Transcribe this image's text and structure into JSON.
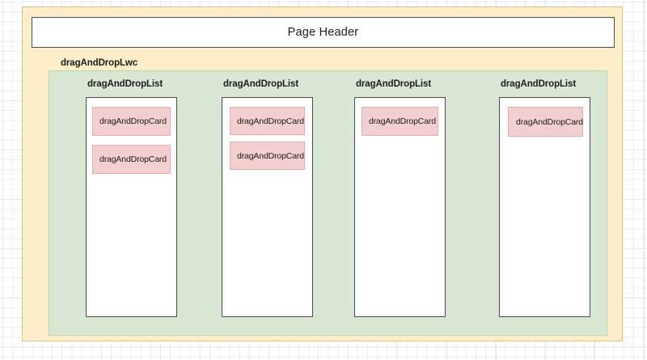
{
  "diagram": {
    "background": {
      "type": "grid-canvas",
      "grid_color": "#e9eef2",
      "major_grid_color": "#dde6ec"
    },
    "page_container": {
      "name": "page-container",
      "fill": "#fdeec9",
      "stroke": "#d6c38a"
    },
    "header": {
      "title": "Page Header",
      "fill": "#ffffff",
      "stroke": "#4d4d4d"
    },
    "lwc": {
      "label": "dragAndDropLwc",
      "fill": "#d8e8d3",
      "stroke": "#bcd2b5"
    },
    "card_style": {
      "fill": "#f4cfcf",
      "stroke": "#e3b0b0"
    },
    "list_style": {
      "fill": "#ffffff",
      "stroke": "#4d4d4d"
    },
    "columns": [
      {
        "label": "dragAndDropList",
        "cards": [
          {
            "label": "dragAndDropCard"
          },
          {
            "label": "dragAndDropCard"
          }
        ]
      },
      {
        "label": "dragAndDropList",
        "cards": [
          {
            "label": "dragAndDropCard"
          },
          {
            "label": "dragAndDropCard"
          }
        ]
      },
      {
        "label": "dragAndDropList",
        "cards": [
          {
            "label": "dragAndDropCard"
          }
        ]
      },
      {
        "label": "dragAndDropList",
        "cards": [
          {
            "label": "dragAndDropCard"
          }
        ]
      }
    ]
  }
}
